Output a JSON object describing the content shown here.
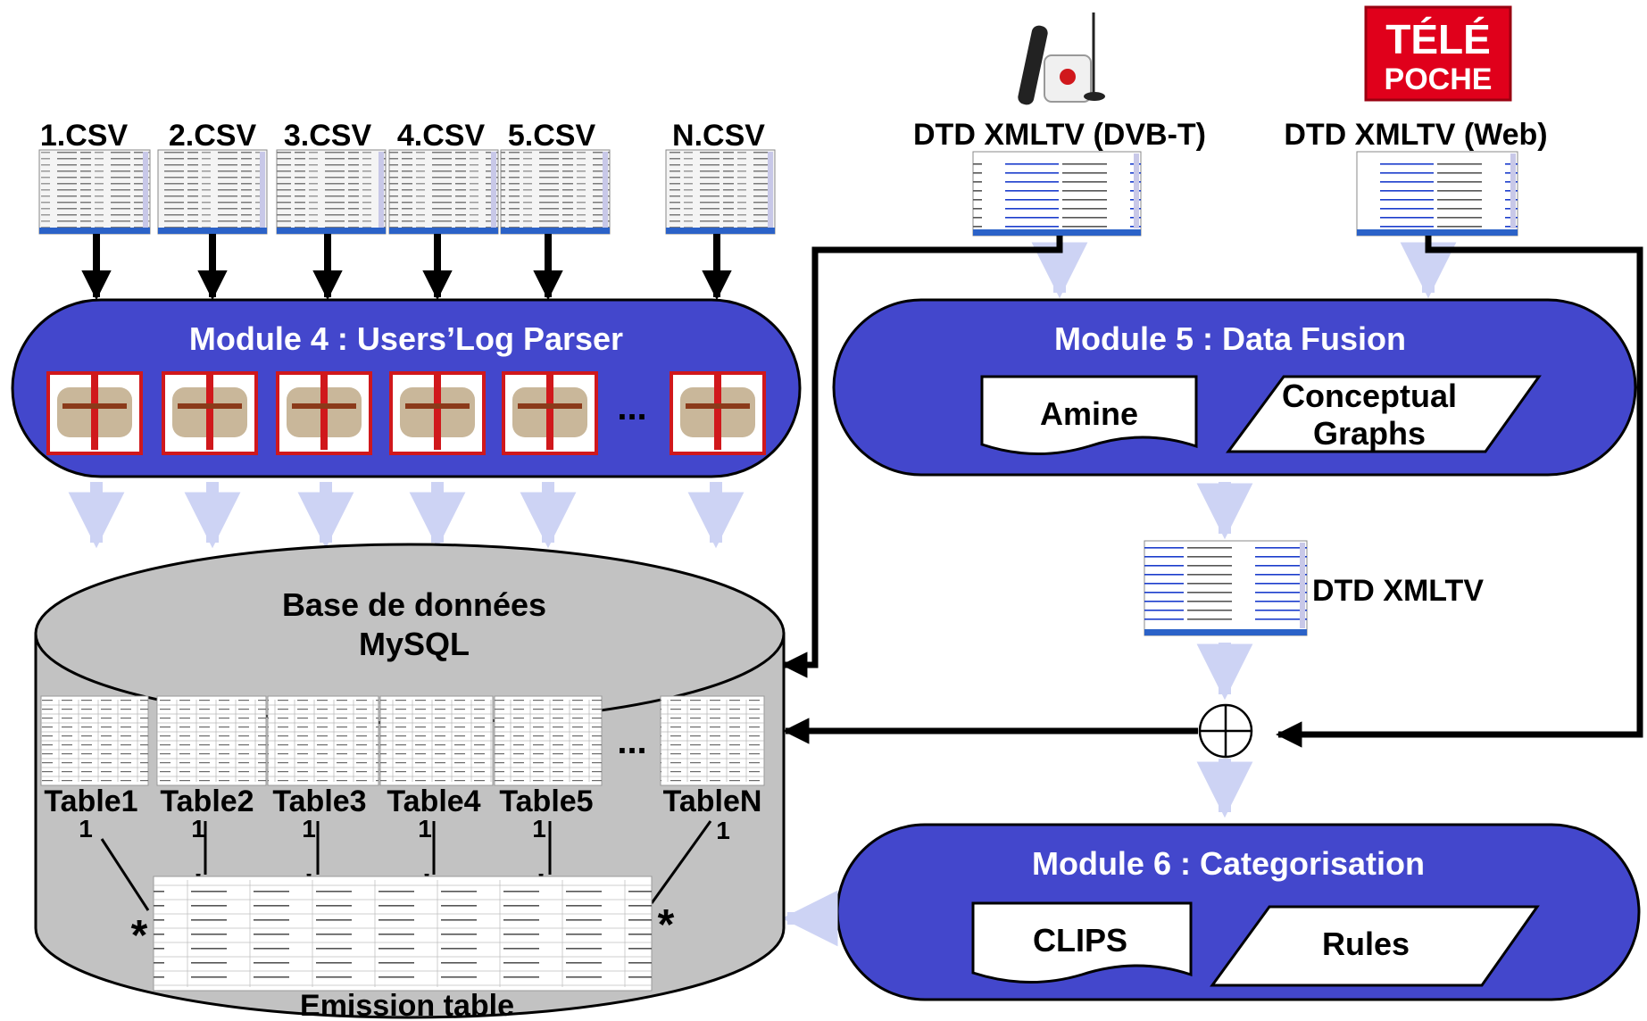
{
  "csv_sources": [
    "1.CSV",
    "2.CSV",
    "3.CSV",
    "4.CSV",
    "5.CSV",
    "N.CSV"
  ],
  "xml_sources": [
    "DTD XMLTV (DVB-T)",
    "DTD XMLTV (Web)"
  ],
  "logo": {
    "line1": "TÉLÉ",
    "line2": "POCHE"
  },
  "module4": {
    "title": "Module 4 : Users’Log Parser",
    "ellipsis": "..."
  },
  "module5": {
    "title": "Module 5 : Data Fusion",
    "left_shape": "Amine",
    "right_shape_line1": "Conceptual",
    "right_shape_line2": "Graphs"
  },
  "fused_output": "DTD XMLTV",
  "module6": {
    "title": "Module 6 : Categorisation",
    "left_shape": "CLIPS",
    "right_shape": "Rules"
  },
  "database": {
    "title_line1": "Base de données",
    "title_line2": "MySQL",
    "ellipsis": "..."
  },
  "tables": [
    "Table1",
    "Table2",
    "Table3",
    "Table4",
    "Table5",
    "TableN"
  ],
  "cardinality": {
    "one": "1",
    "many": "*"
  },
  "emission_table": "Emission table",
  "colors": {
    "module_fill": "#4347cc",
    "arrow_light": "#cdd3f4",
    "cylinder": "#c2c2c2",
    "logo_red": "#e0001b"
  }
}
